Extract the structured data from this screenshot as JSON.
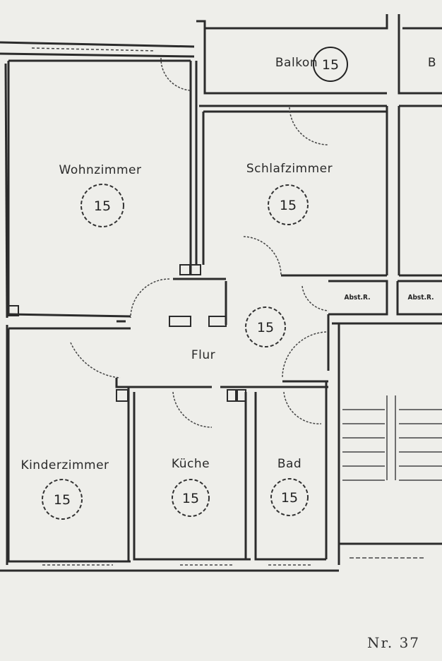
{
  "rooms": {
    "balkon": "Balkon",
    "balkon_right": "B",
    "wohnzimmer": "Wohnzimmer",
    "schlafzimmer": "Schlafzimmer",
    "flur": "Flur",
    "kinderzimmer": "Kinderzimmer",
    "kueche": "Küche",
    "bad": "Bad",
    "abstell_1": "Abst.R.",
    "abstell_2": "Abst.R."
  },
  "codes": {
    "balkon": "15",
    "wohnzimmer": "15",
    "schlafzimmer": "15",
    "flur": "15",
    "kinderzimmer": "15",
    "kueche": "15",
    "bad": "15"
  },
  "page_number": "Nr. 37",
  "colors": {
    "wall": "#2b2b2b",
    "paper": "#eeeeea",
    "line": "#555555"
  }
}
